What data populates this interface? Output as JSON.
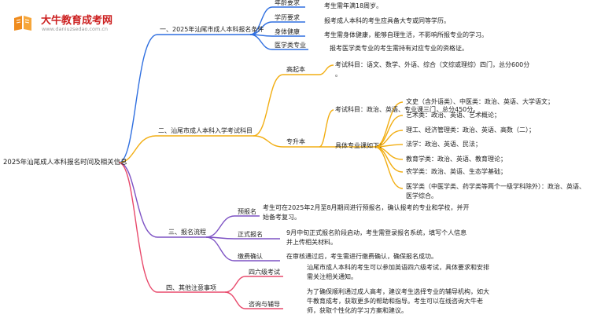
{
  "brand": {
    "name": "大牛教育成考网",
    "domain": "www.daniuzsedao.com.cn"
  },
  "root": "2025年汕尾成人本科报名时间及相关信息",
  "branches": {
    "b1": {
      "title": "一、2025年汕尾市成人本科报名条件",
      "items": [
        {
          "label": "年龄要求",
          "text": "考生需年满18周岁。"
        },
        {
          "label": "学历要求",
          "text": "报考成人本科的考生应具备大专或同等学历。"
        },
        {
          "label": "身体健康",
          "text": "考生需身体健康，能够自理生活，不影响所报专业的学习。"
        },
        {
          "label": "医学类专业",
          "text": "报考医学类专业的考生需持有对应专业的资格证。"
        }
      ]
    },
    "b2": {
      "title": "二、汕尾市成人本科入学考试科目",
      "gqb": {
        "label": "高起本",
        "text": "考试科目：语文、数学、外语、综合（文综或理综）四门，总分600分",
        "dot": "。"
      },
      "zsb": {
        "label": "专升本",
        "text": "考试科目：政治、英语、专业课三门，总分450分。",
        "sub_label": "具体专业课如下：",
        "items": [
          "文史（含外语类）、中医类：政治、英语、大学语文；",
          "艺术类：政治、英语、艺术概论；",
          "理工、经济管理类：政治、英语、高数（二）；",
          "法学：政治、英语、民法；",
          "教育学类：政治、英语、教育理论；",
          "农学类：政治、英语、生态学基础；",
          "医学类（中医学类、药学类等两个一级学科除外）：政治、英语、医学综合。"
        ]
      }
    },
    "b3": {
      "title": "三、报名流程",
      "items": [
        {
          "label": "预报名",
          "text": "考生可在2025年2月至8月期间进行预报名，确认报考的专业和学校，并开始备考复习。"
        },
        {
          "label": "正式报名",
          "text": "9月中旬正式报名阶段启动，考生需登录报名系统，填写个人信息并上传相关材料。"
        },
        {
          "label": "缴费确认",
          "text": "在审核通过后，考生需进行缴费确认，确保报名成功。"
        }
      ]
    },
    "b4": {
      "title": "四、其他注意事项",
      "items": [
        {
          "label": "四六级考试",
          "text": "汕尾市成人本科的考生可以参加英语四六级考试，具体要求和安排需关注相关通知。"
        },
        {
          "label": "咨询与辅导",
          "text": "为了确保顺利通过成人高考，建议考生选择专业的辅导机构，如大牛教育成考，获取更多的帮助和指导。考生可以在线咨询大牛老师，获取个性化的学习方案和建议。"
        }
      ]
    }
  },
  "colors": {
    "b1": "#2f6fe0",
    "b2": "#f2ae13",
    "b3": "#7d52c4",
    "b4": "#e8496b",
    "logo": "#ef8b1d",
    "brand": "#cc1f1f"
  }
}
